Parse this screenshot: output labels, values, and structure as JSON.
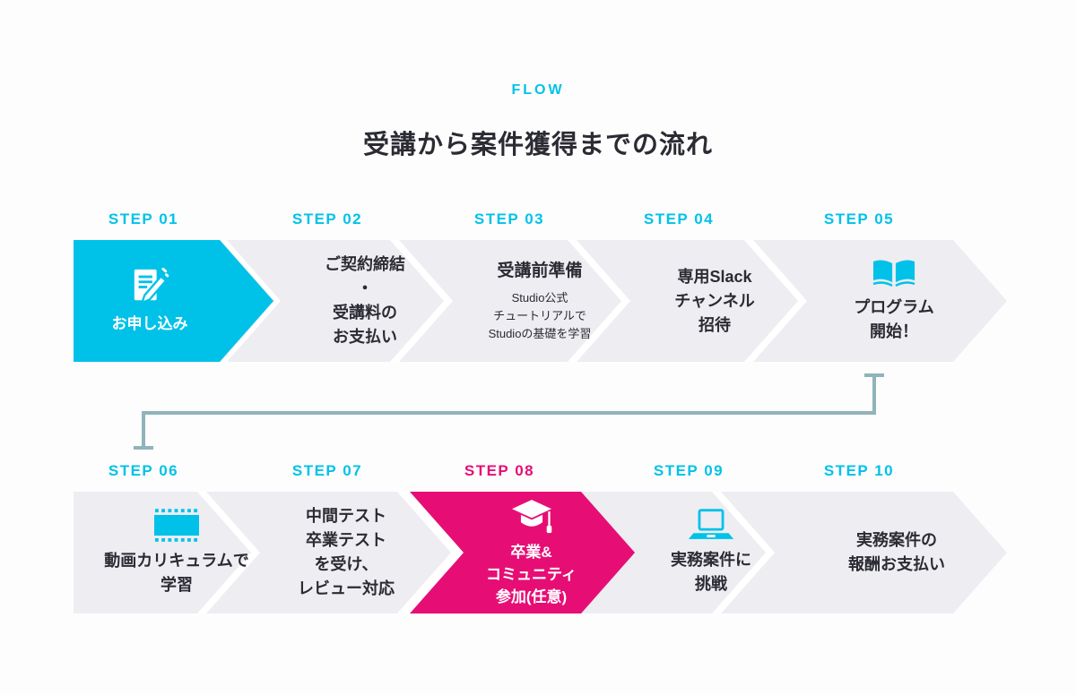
{
  "header": {
    "eyebrow": "FLOW",
    "title": "受講から案件獲得までの流れ"
  },
  "colors": {
    "cyan": "#00c2e8",
    "pink": "#e60e74",
    "gray": "#eeedf2",
    "dark": "#2b2b33",
    "connector": "#8fb4ba",
    "bg": "#fdfdfe"
  },
  "rows": [
    {
      "steps": [
        {
          "label": "STEP 01",
          "icon": "pen-document-icon",
          "lines": [
            "お申し込み"
          ]
        },
        {
          "label": "STEP 02",
          "lines": [
            "ご契約締結",
            "・",
            "受講料の",
            "お支払い"
          ]
        },
        {
          "label": "STEP 03",
          "heading": "受講前準備",
          "sub": [
            "Studio公式",
            "チュートリアルで",
            "Studioの基礎を学習"
          ]
        },
        {
          "label": "STEP 04",
          "lines": [
            "専用Slack",
            "チャンネル",
            "招待"
          ]
        },
        {
          "label": "STEP 05",
          "icon": "open-book-icon",
          "lines": [
            "プログラム",
            "開始！"
          ]
        }
      ]
    },
    {
      "steps": [
        {
          "label": "STEP 06",
          "icon": "film-icon",
          "lines": [
            "動画カリキュラムで",
            "学習"
          ]
        },
        {
          "label": "STEP 07",
          "lines": [
            "中間テスト",
            "卒業テスト",
            "を受け、",
            "レビュー対応"
          ]
        },
        {
          "label": "STEP 08",
          "icon": "graduation-cap-icon",
          "lines": [
            "卒業&",
            "コミュニティ",
            "参加(任意)"
          ]
        },
        {
          "label": "STEP 09",
          "icon": "laptop-icon",
          "lines": [
            "実務案件に",
            "挑戦"
          ]
        },
        {
          "label": "STEP 10",
          "lines": [
            "実務案件の",
            "報酬お支払い"
          ]
        }
      ]
    }
  ]
}
